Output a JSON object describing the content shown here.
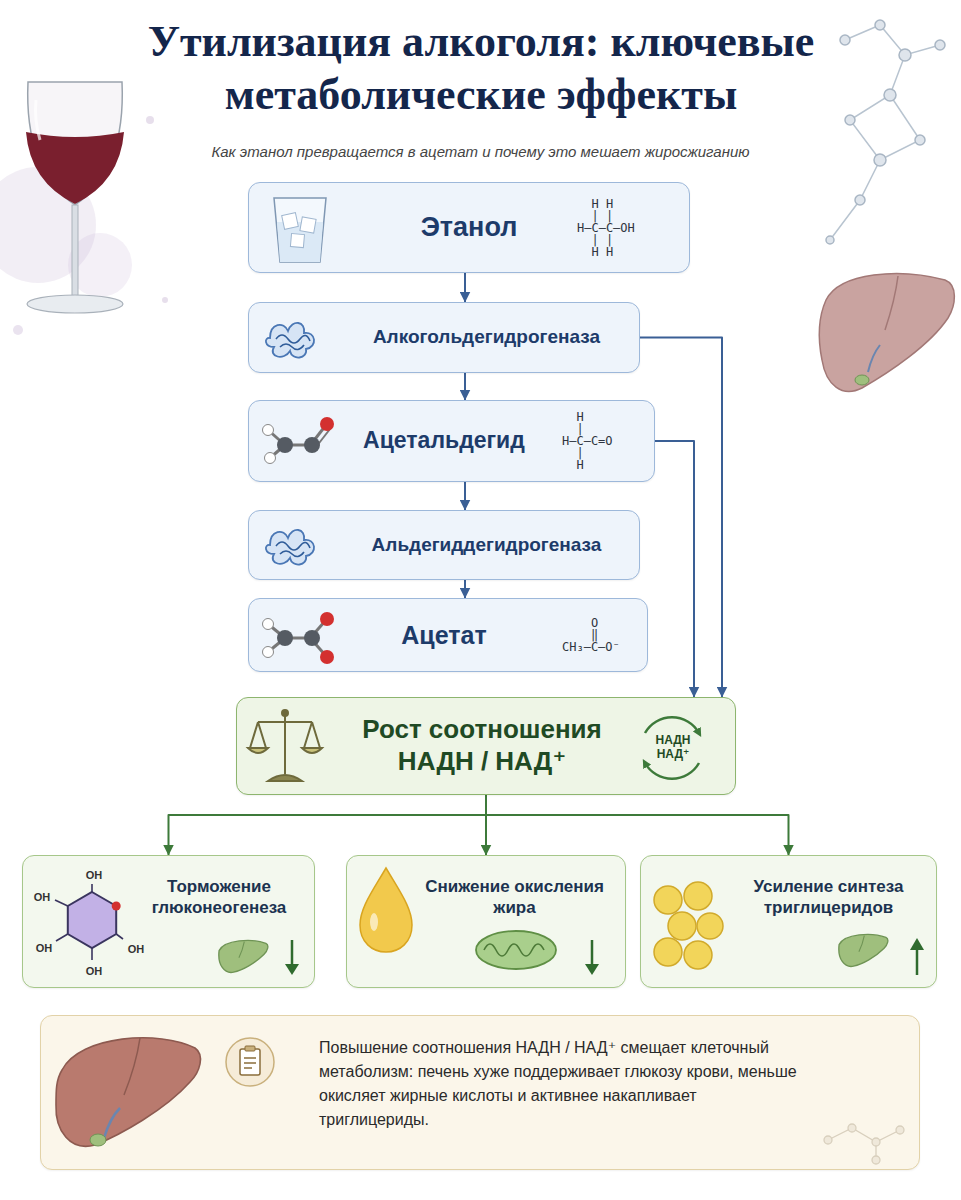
{
  "diagram": {
    "title": "Утилизация алкоголя: ключевые метаболические эффекты",
    "nodes": [
      {
        "text": [
          "Этанол",
          "H H",
          "| |",
          "H–C–C–OH",
          "| |",
          "H H"
        ]
      },
      {
        "text": [
          "Алкогольдегидрогеназа"
        ]
      },
      {
        "text": [
          "Ацетальдегид",
          "H",
          "|",
          "H–C–C=O",
          "|",
          "H"
        ]
      },
      {
        "text": [
          "Альдегиддегидрогеназа"
        ]
      },
      {
        "text": [
          "Ацетат",
          "O",
          "‖",
          "CH₃–C–O⁻"
        ]
      },
      {
        "text": [
          "Рост соотношения НАДН / НАД⁺",
          "НАДН",
          "НАД⁺"
        ]
      },
      {
        "text": [
          "Торможение глюконеогенеза",
          "OH",
          "OH",
          "OH",
          "OH",
          "OH"
        ]
      },
      {
        "text": [
          "Снижение окисления жира"
        ]
      },
      {
        "text": [
          "Усиление синтеза триглицеридов"
        ]
      },
      {
        "text": [
          "Повышение соотношения НАДН / НАД⁺ смещает клеточный метаболизм: печень хуже поддерживает глюкозу крови, меньше окисляет жирные кислоты и активнее накапливает триглицериды."
        ]
      }
    ],
    "edges": [
      {
        "from": 0,
        "to": 1,
        "arrow": "to"
      },
      {
        "from": 1,
        "to": 2,
        "arrow": "to"
      },
      {
        "from": 2,
        "to": 3,
        "arrow": "to"
      },
      {
        "from": 3,
        "to": 4,
        "arrow": "to"
      },
      {
        "from": 1,
        "to": 5,
        "arrow": "to"
      },
      {
        "from": 2,
        "to": 5,
        "arrow": "to"
      },
      {
        "from": 5,
        "to": 6,
        "arrow": "to"
      },
      {
        "from": 5,
        "to": 7,
        "arrow": "to"
      },
      {
        "from": 5,
        "to": 8,
        "arrow": "to"
      }
    ],
    "labels": [
      "Как этанол превращается в ацетат и почему это мешает жиросжиганию"
    ]
  }
}
